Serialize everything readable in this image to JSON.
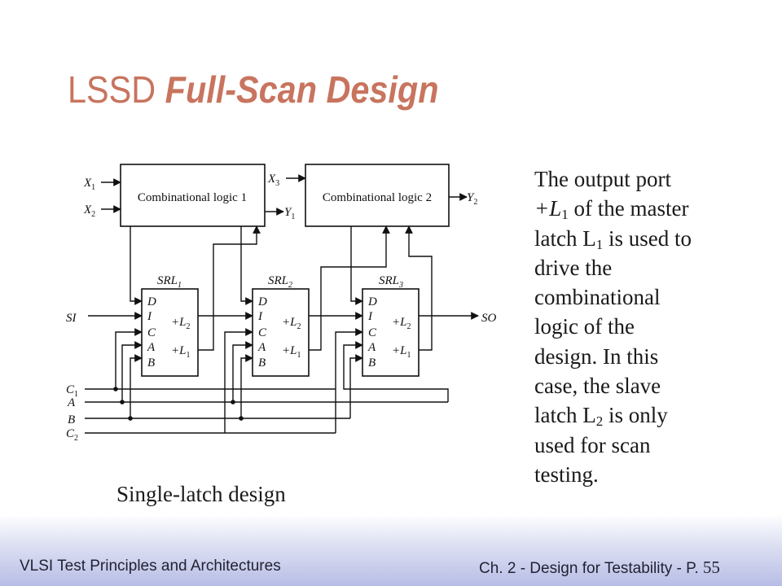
{
  "title": {
    "main": "LSSD",
    "emph": "Full-Scan Design"
  },
  "diagram": {
    "blocks": [
      {
        "label": "Combinational logic 1"
      },
      {
        "label": "Combinational logic 2"
      }
    ],
    "srl": [
      {
        "name": "SRL",
        "sub": "1"
      },
      {
        "name": "SRL",
        "sub": "2"
      },
      {
        "name": "SRL",
        "sub": "3"
      }
    ],
    "srl_ports_left": [
      "D",
      "I",
      "C",
      "A",
      "B"
    ],
    "srl_ports_right": [
      {
        "sign": "+L",
        "sub": "2"
      },
      {
        "sign": "+L",
        "sub": "1"
      }
    ],
    "inputs": [
      {
        "name": "X",
        "sub": "1"
      },
      {
        "name": "X",
        "sub": "2"
      },
      {
        "name": "X",
        "sub": "3"
      }
    ],
    "outputs": [
      {
        "name": "Y",
        "sub": "1"
      },
      {
        "name": "Y",
        "sub": "2"
      }
    ],
    "scan_in": "SI",
    "scan_out": "SO",
    "clocks": [
      {
        "name": "C",
        "sub": "1"
      },
      {
        "name": "A",
        "sub": ""
      },
      {
        "name": "B",
        "sub": ""
      },
      {
        "name": "C",
        "sub": "2"
      }
    ]
  },
  "description": {
    "l1": "The output port",
    "l2a": "+L",
    "l2s": "1",
    "l2b": " of the master",
    "l3a": "latch L",
    "l3s": "1",
    "l3b": " is used to",
    "l4": "drive the",
    "l5": "combinational",
    "l6": "logic of the",
    "l7": "design. In this",
    "l8": "case, the slave",
    "l9a": "latch L",
    "l9s": "2",
    "l9b": " is only",
    "l10": "used for scan",
    "l11": "testing."
  },
  "caption": "Single-latch design",
  "footer": {
    "left": "VLSI Test Principles and Architectures",
    "right": "Ch. 2 - Design for Testability - P.",
    "page": "55"
  }
}
